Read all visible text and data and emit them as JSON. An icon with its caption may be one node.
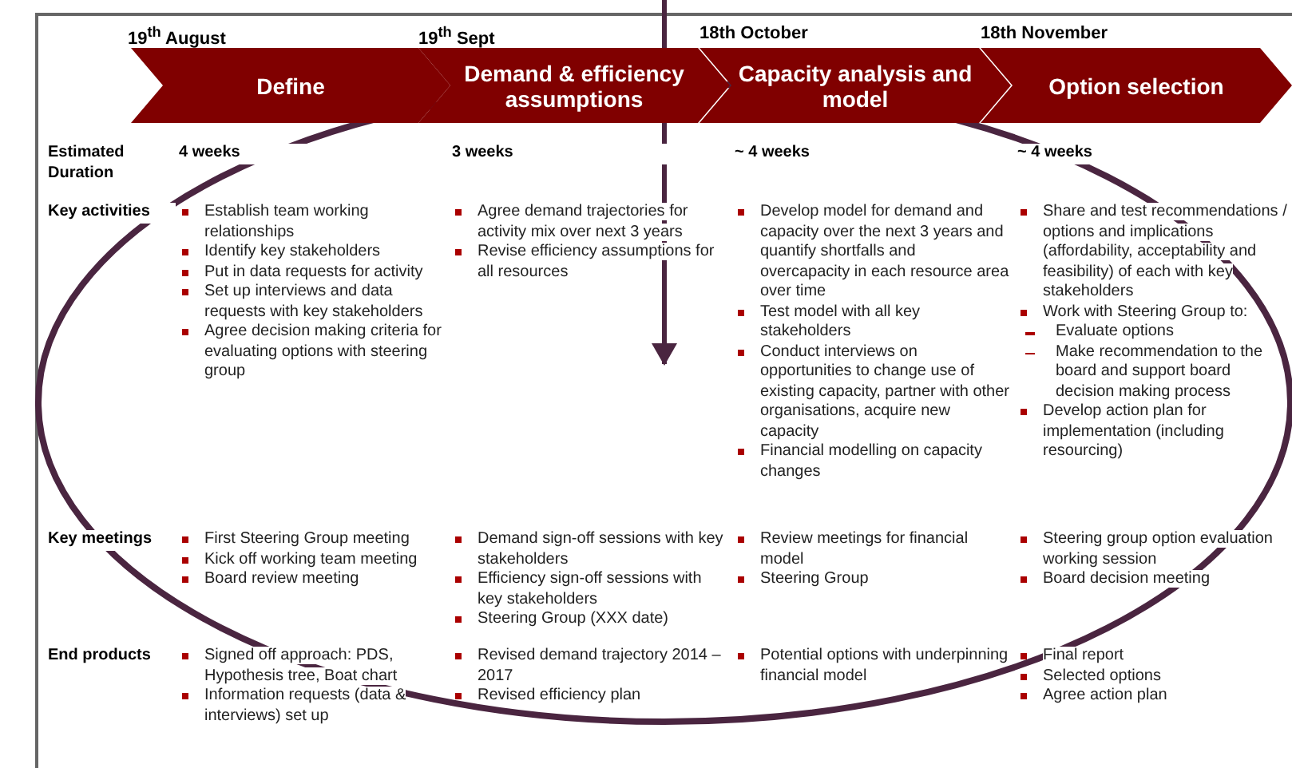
{
  "diagram": {
    "nodes": [
      {
        "text": [
          "Define"
        ],
        "beside": [
          "19$^{th}$ August"
        ]
      },
      {
        "text": [
          "Demand  & efficiency assumptions"
        ],
        "beside": [
          "19$^{th}$ Sept"
        ]
      },
      {
        "text": [
          "Capacity analysis and model"
        ],
        "beside": [
          "18th October"
        ]
      },
      {
        "text": [
          "Option selection"
        ],
        "beside": [
          "18th November"
        ]
      },
      {
        "text": [],
        "shape": "ellipse"
      }
    ],
    "edges": [
      {
        "from": null,
        "to": 4,
        "arrow": "to"
      }
    ],
    "labels": [
      "Estimated Duration",
      "4 weeks",
      "3 weeks",
      "~ 4 weeks",
      "~ 4 weeks",
      "Key activities",
      "Establish team working relationships",
      "Identify key stakeholders",
      "Put in data requests for activity",
      "Set up interviews and data requests with key stakeholders",
      "Agree decision making criteria for evaluating options with steering group",
      "Agree demand trajectories for activity mix over next 3 years",
      "Revise efficiency assumptions for all resources",
      "Develop model for demand and capacity over the next 3 years and quantify shortfalls and overcapacity in each resource area over time",
      "Test model with all key stakeholders",
      "Conduct interviews on opportunities to change use of existing capacity, partner with other organisations, acquire new capacity",
      "Financial modelling on capacity changes",
      "Share and test recommendations / options and implications (affordability, acceptability and feasibility) of each with key stakeholders",
      "Work with Steering Group to:",
      "Evaluate options",
      "Make recommendation to the board and support board decision making process",
      "Develop action plan for implementation (including resourcing)",
      "Key meetings",
      "First Steering Group meeting",
      "Kick off working team meeting",
      "Board review meeting",
      "Demand sign-off sessions with key stakeholders",
      "Efficiency sign-off sessions with key stakeholders",
      "Steering Group (XXX date)",
      "Review meetings for financial model",
      "Steering Group",
      "Steering group option evaluation working session",
      "Board decision meeting",
      "End products",
      "Signed off approach: PDS, Hypothesis tree, Boat chart",
      "Information requests (data & interviews) set up",
      "Revised demand trajectory 2014 – 2017",
      "Revised efficiency plan",
      "Potential options with underpinning financial model",
      "Final report",
      "Selected options",
      "Agree action plan"
    ]
  }
}
